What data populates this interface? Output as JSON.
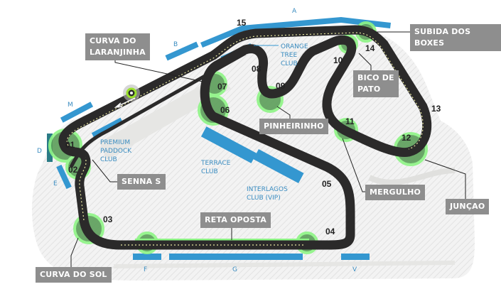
{
  "turns": [
    "01",
    "02",
    "03",
    "04",
    "05",
    "06",
    "07",
    "08",
    "09",
    "10",
    "11",
    "12",
    "13",
    "14",
    "15"
  ],
  "corner_names": {
    "laranjinha": "CURVA DO LARANJINHA",
    "laranjinha_l1": "CURVA DO",
    "laranjinha_l2": "LARANJINHA",
    "subida": "SUBIDA DOS BOXES",
    "bico_l1": "BICO DE",
    "bico_l2": "PATO",
    "pinheirinho": "PINHEIRINHO",
    "senna": "SENNA S",
    "mergulho": "MERGULHO",
    "juncao": "JUNÇAO",
    "reta": "RETA OPOSTA",
    "sol": "CURVA DO SOL"
  },
  "stands": [
    "A",
    "B",
    "D",
    "E",
    "F",
    "G",
    "M",
    "V"
  ],
  "clubs": {
    "orange": [
      "ORANGE",
      "TREE",
      "CLUB"
    ],
    "premium": [
      "PREMIUM",
      "PADDOCK",
      "CLUB"
    ],
    "terrace": [
      "TERRACE",
      "CLUB"
    ],
    "interlagos": [
      "INTERLAGOS",
      "CLUB (VIP)"
    ]
  },
  "colors": {
    "track": "#2b2a2a",
    "stand": "#3497d0",
    "corner": "#7fe07a",
    "label": "#8e8e8e"
  }
}
